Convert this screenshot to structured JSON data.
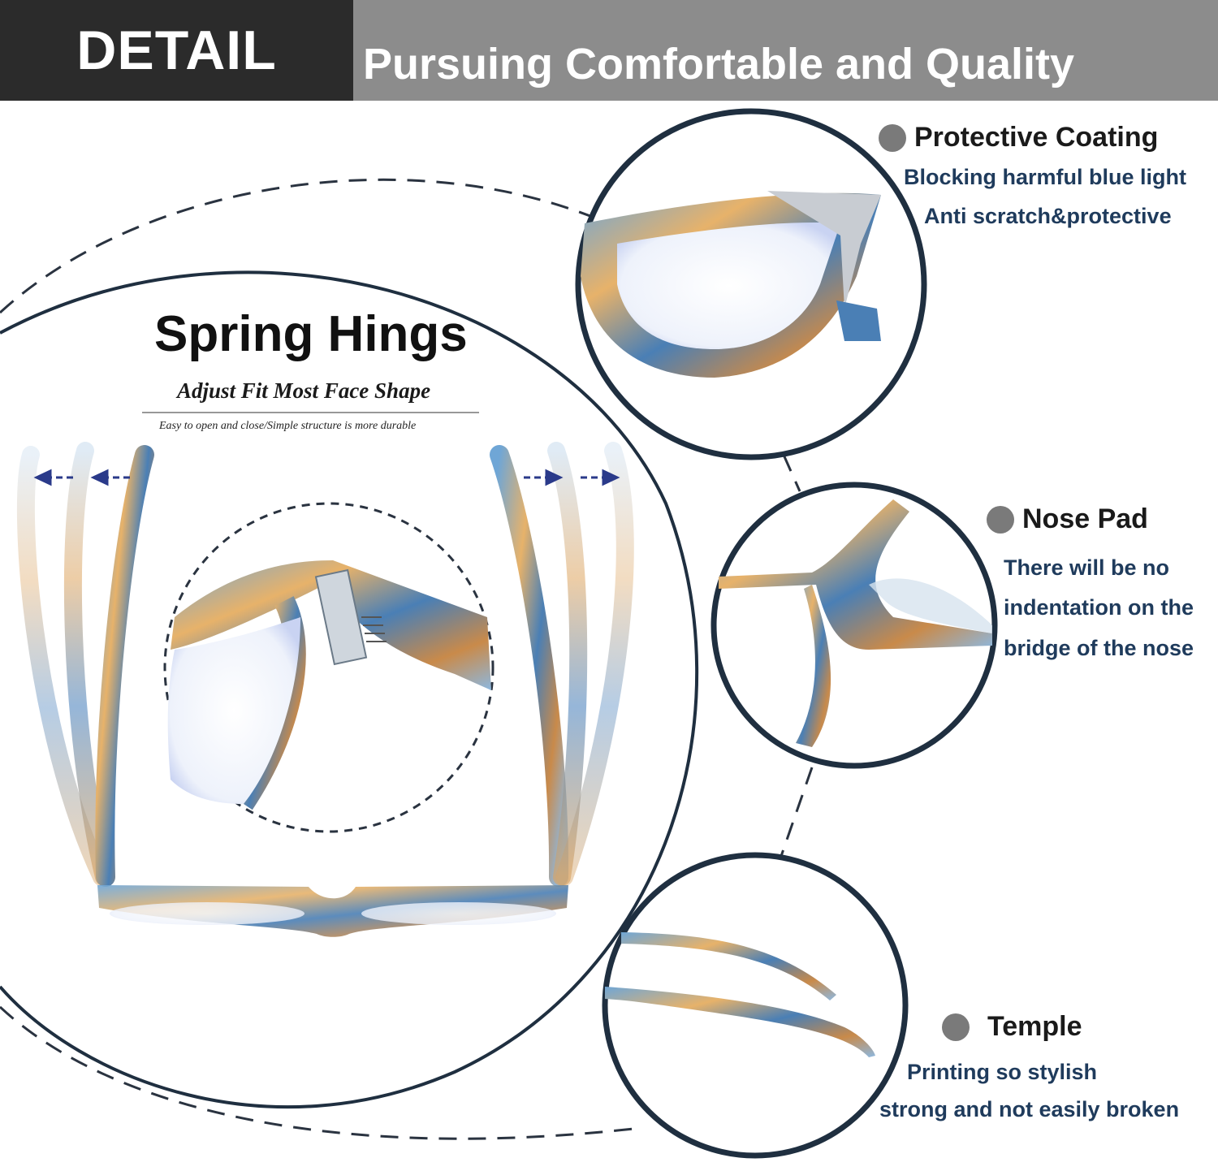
{
  "header": {
    "left_label": "DETAIL",
    "right_label": "Pursuing Comfortable and Quality"
  },
  "spring": {
    "title": "Spring Hings",
    "subtitle": "Adjust Fit Most Face Shape",
    "caption": "Easy to open and close/Simple structure is more durable"
  },
  "features": {
    "coating": {
      "title": "Protective Coating",
      "lines": [
        "Blocking harmful blue light",
        "Anti scratch&protective"
      ]
    },
    "nose_pad": {
      "title": "Nose Pad",
      "lines": [
        "There will be no",
        "indentation on the",
        "bridge of the nose"
      ]
    },
    "temple": {
      "title": "Temple",
      "lines": [
        "Printing so stylish",
        "strong and not easily broken"
      ]
    }
  },
  "colors": {
    "header_dark": "#2b2b2b",
    "header_gray": "#8c8c8c",
    "circle_stroke": "#1f2f40",
    "feature_text": "#1f3b5c",
    "bullet": "#7a7a7a"
  }
}
